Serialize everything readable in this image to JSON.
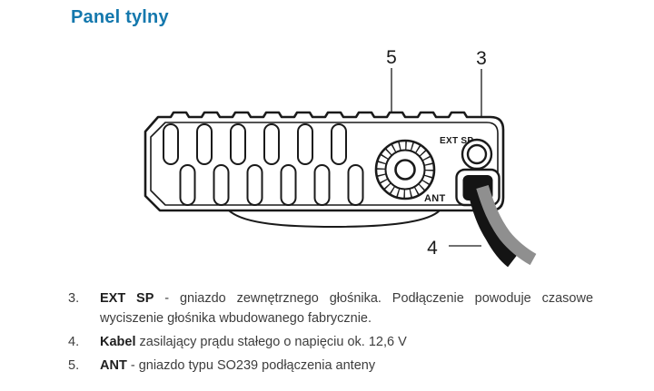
{
  "page": {
    "title": "Panel tylny"
  },
  "colors": {
    "title_blue": "#1478ad",
    "line_art": "#1a1a1a",
    "cable_gray": "#8f8f8f",
    "body_text": "#3d3d3d"
  },
  "diagram": {
    "callout_5": "5",
    "callout_3": "3",
    "callout_4": "4",
    "label_ext_sp": "EXT SP",
    "label_ant": "ANT"
  },
  "legend": {
    "items": [
      {
        "num": "3.",
        "term": "EXT SP",
        "sep": " - ",
        "desc": "gniazdo zewnętrznego głośnika. Podłączenie powoduje czasowe wyciszenie głośnika wbudowanego fabrycznie."
      },
      {
        "num": "4.",
        "term": "Kabel",
        "sep": " ",
        "desc": "zasilający prądu stałego o napięciu ok. 12,6 V"
      },
      {
        "num": "5.",
        "term": "ANT",
        "sep": " - ",
        "desc": "gniazdo typu SO239 podłączenia anteny"
      }
    ]
  }
}
